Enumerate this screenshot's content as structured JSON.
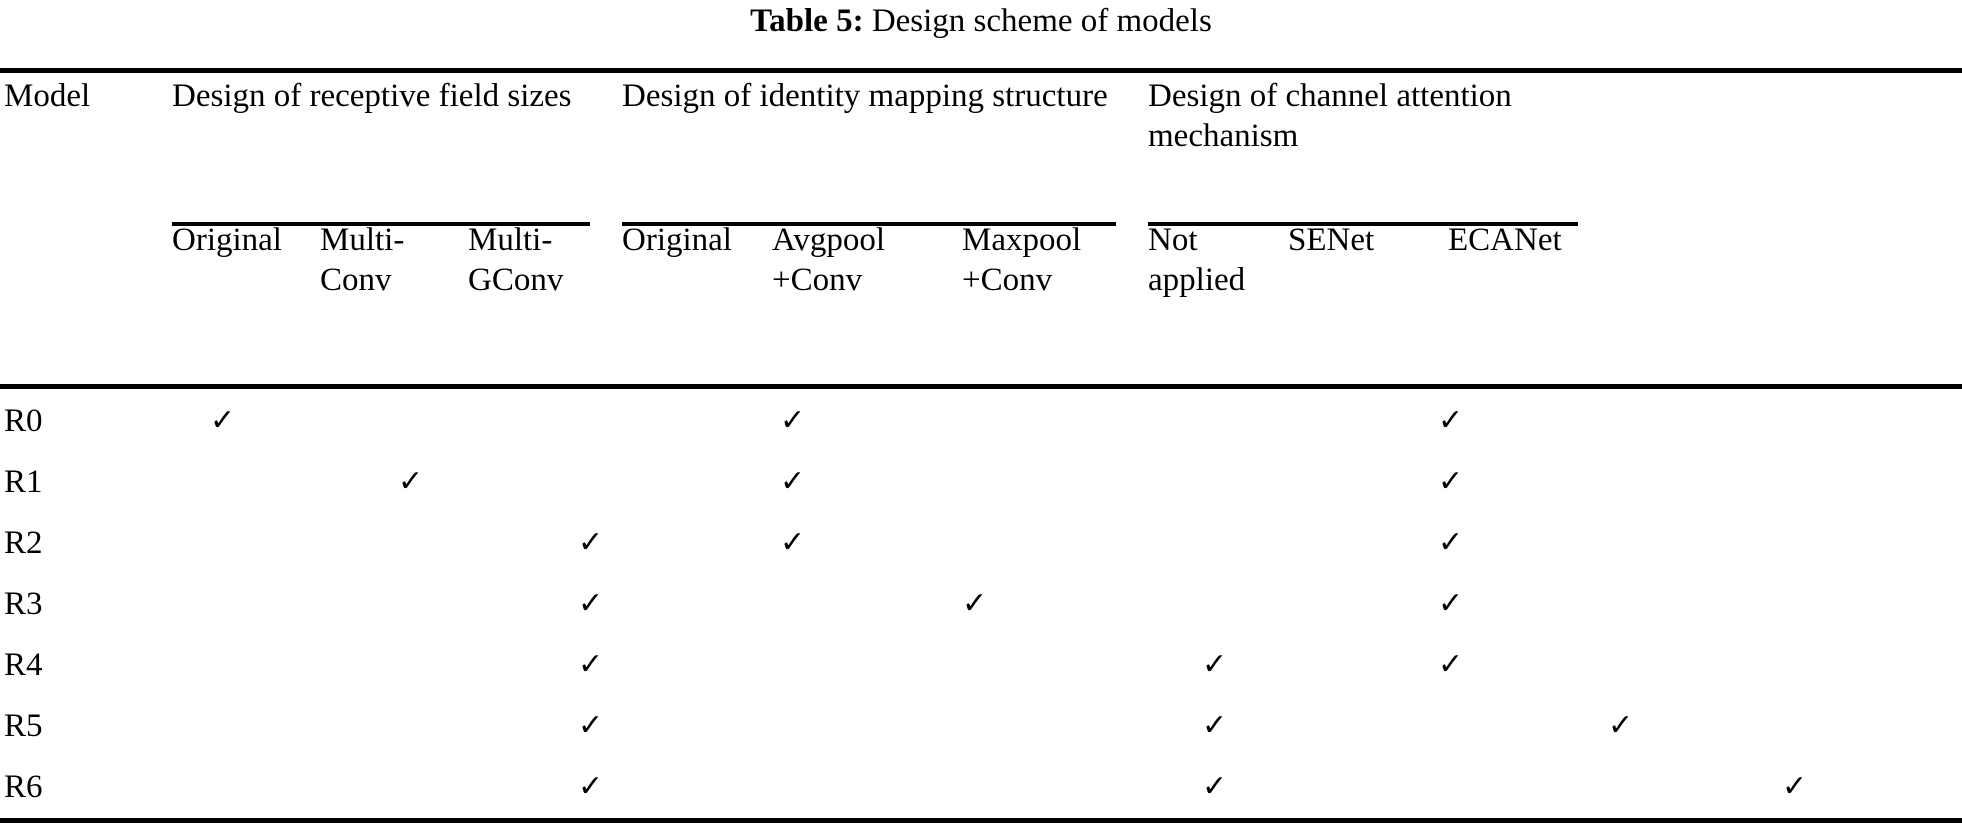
{
  "caption": {
    "label": "Table 5:",
    "text": "Design scheme of models"
  },
  "header": {
    "model_label": "Model",
    "groups": [
      {
        "id": "receptive-field",
        "title": "Design of receptive field sizes"
      },
      {
        "id": "identity-mapping",
        "title": "Design of identity mapping structure"
      },
      {
        "id": "channel-attention",
        "title": "Design of channel attention mechanism"
      }
    ],
    "subcolumns": [
      {
        "id": "original-rf",
        "line1": "Original",
        "line2": ""
      },
      {
        "id": "multi-conv",
        "line1": "Multi-",
        "line2": "Conv"
      },
      {
        "id": "multi-gconv",
        "line1": "Multi-",
        "line2": "GConv"
      },
      {
        "id": "original-im",
        "line1": "Original",
        "line2": ""
      },
      {
        "id": "avgpool-conv",
        "line1": "Avgpool",
        "line2": "+Conv"
      },
      {
        "id": "maxpool-conv",
        "line1": "Maxpool",
        "line2": "+Conv"
      },
      {
        "id": "not-applied",
        "line1": "Not",
        "line2": "applied"
      },
      {
        "id": "senet",
        "line1": "SENet",
        "line2": ""
      },
      {
        "id": "ecanet",
        "line1": "ECANet",
        "line2": ""
      }
    ]
  },
  "mark": "✓",
  "rows": [
    {
      "model": "R0",
      "marks": [
        "✓",
        "",
        "",
        "✓",
        "",
        "",
        "✓",
        "",
        ""
      ]
    },
    {
      "model": "R1",
      "marks": [
        "",
        "✓",
        "",
        "✓",
        "",
        "",
        "✓",
        "",
        ""
      ]
    },
    {
      "model": "R2",
      "marks": [
        "",
        "",
        "✓",
        "✓",
        "",
        "",
        "✓",
        "",
        ""
      ]
    },
    {
      "model": "R3",
      "marks": [
        "",
        "",
        "✓",
        "",
        "✓",
        "",
        "✓",
        "",
        ""
      ]
    },
    {
      "model": "R4",
      "marks": [
        "",
        "",
        "✓",
        "",
        "",
        "✓",
        "✓",
        "",
        ""
      ]
    },
    {
      "model": "R5",
      "marks": [
        "",
        "",
        "✓",
        "",
        "",
        "✓",
        "",
        "✓",
        ""
      ]
    },
    {
      "model": "R6",
      "marks": [
        "",
        "",
        "✓",
        "",
        "",
        "✓",
        "",
        "",
        "✓"
      ]
    }
  ],
  "colors": {
    "text": "#000000",
    "background": "#ffffff",
    "rule": "#000000"
  }
}
